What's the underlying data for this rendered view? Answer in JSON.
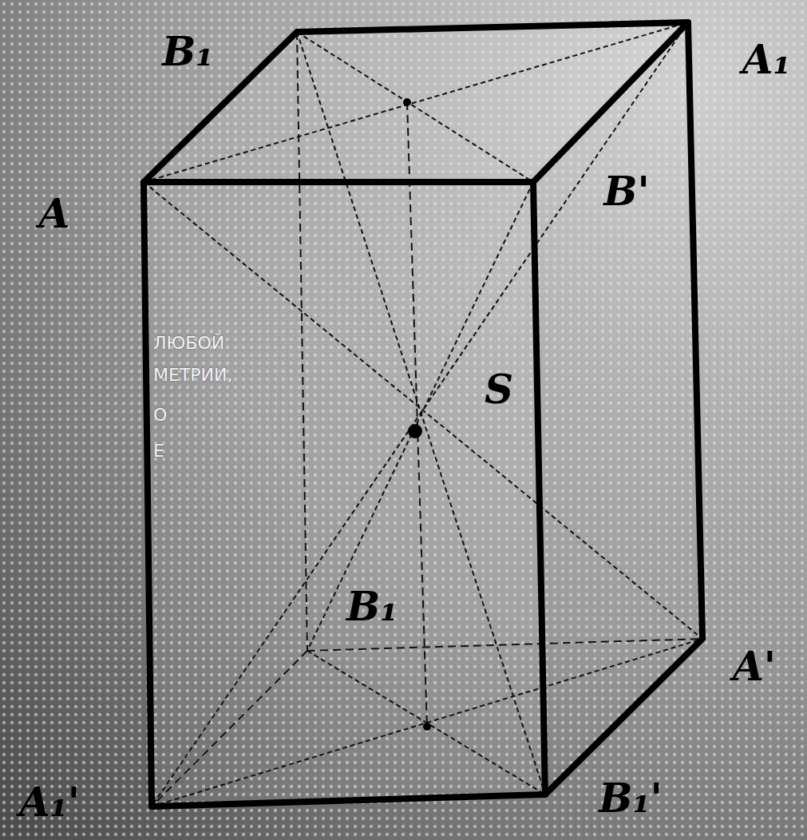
{
  "diagram": {
    "labels": [
      "B₁",
      "A₁",
      "A",
      "B'",
      "S",
      "B₁",
      "A'",
      "A₁'",
      "B₁'",
      "ЛЮБОЙ",
      "МЕТРИИ,",
      "О",
      "Е"
    ]
  }
}
